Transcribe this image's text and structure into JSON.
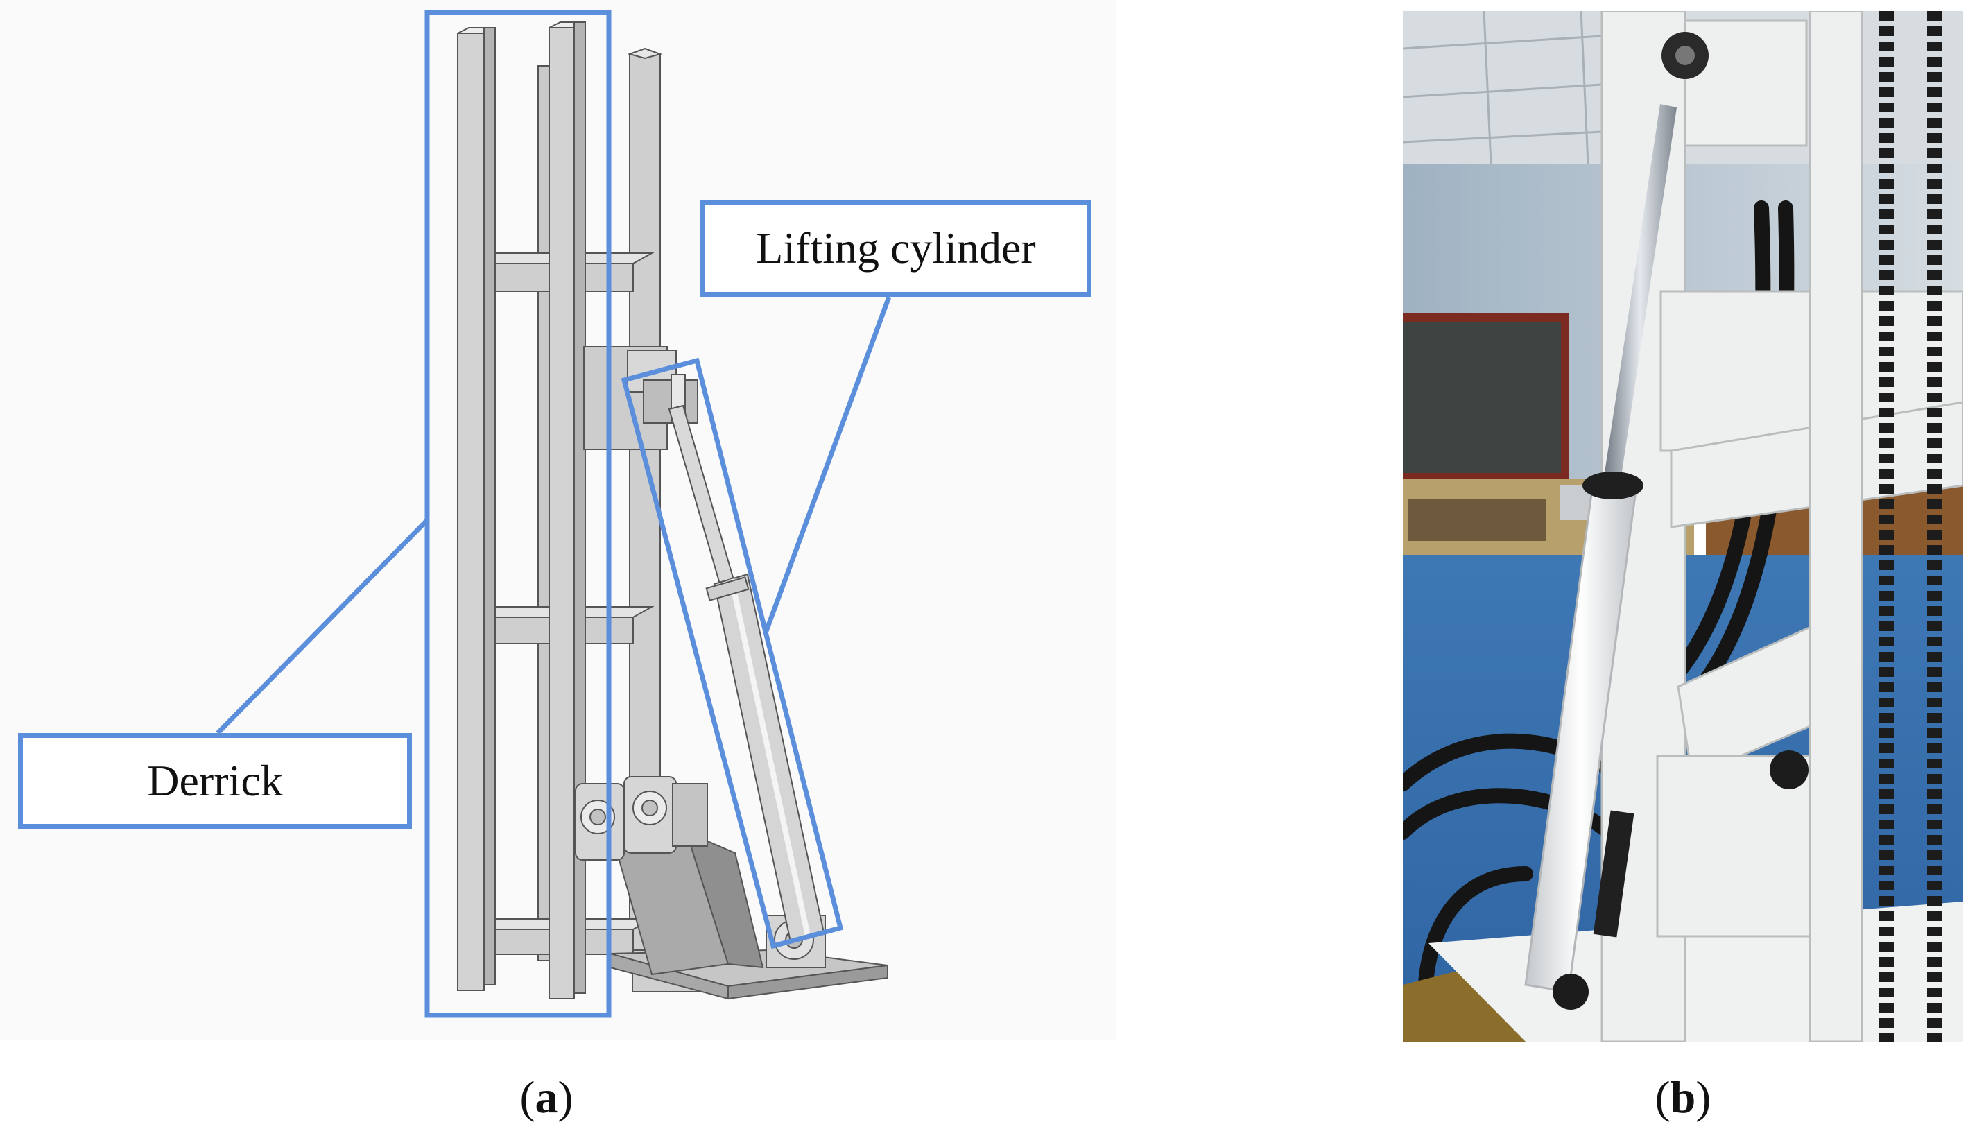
{
  "panel_a": {
    "labels": {
      "derrick": "Derrick",
      "lifting_cylinder": "Lifting cylinder"
    },
    "caption_letter": "a"
  },
  "panel_b": {
    "caption_letter": "b"
  },
  "colors": {
    "callout": "#5b8fdc",
    "steel": "#c8c8c8",
    "paint": "#eef0ef"
  }
}
